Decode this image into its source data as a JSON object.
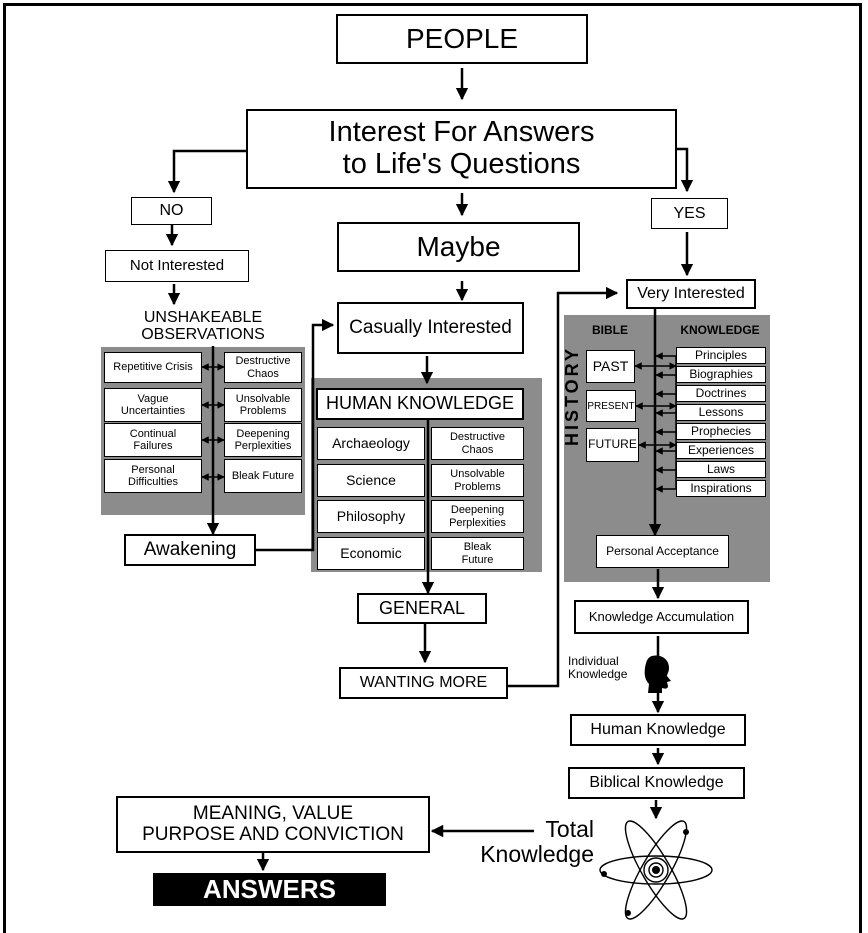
{
  "colors": {
    "panel": "#8c8c8c",
    "line": "#000000",
    "answers_bg": "#000000",
    "answers_fg": "#ffffff"
  },
  "top": {
    "people": "PEOPLE",
    "interest": "Interest For Answers\nto Life's Questions"
  },
  "no_branch": {
    "no": "NO",
    "not_interested": "Not Interested",
    "observations_title": "UNSHAKEABLE\nOBSERVATIONS",
    "observations": [
      "Repetitive Crisis",
      "Vague\nUncertainties",
      "Continual\nFailures",
      "Personal\nDifficulties"
    ],
    "consequences": [
      "Destructive\nChaos",
      "Unsolvable\nProblems",
      "Deepening\nPerplexities",
      "Bleak Future"
    ],
    "awakening": "Awakening"
  },
  "maybe_branch": {
    "maybe": "Maybe",
    "casually": "Casually Interested",
    "human_knowledge": "HUMAN KNOWLEDGE",
    "fields": [
      "Archaeology",
      "Science",
      "Philosophy",
      "Economic"
    ],
    "outcomes": [
      "Destructive\nChaos",
      "Unsolvable\nProblems",
      "Deepening\nPerplexities",
      "Bleak\nFuture"
    ],
    "general": "GENERAL",
    "wanting_more": "WANTING MORE"
  },
  "yes_branch": {
    "yes": "YES",
    "very_interested": "Very Interested",
    "bible_header": "BIBLE",
    "knowledge_header": "KNOWLEDGE",
    "history": "HISTORY",
    "times": [
      "PAST",
      "PRESENT",
      "FUTURE"
    ],
    "items": [
      "Principles",
      "Biographies",
      "Doctrines",
      "Lessons",
      "Prophecies",
      "Experiences",
      "Laws",
      "Inspirations"
    ],
    "personal_acceptance": "Personal Acceptance",
    "accumulation": "Knowledge Accumulation",
    "individual": "Individual\nKnowledge",
    "human": "Human Knowledge",
    "biblical": "Biblical Knowledge",
    "total": "Total\nKnowledge"
  },
  "result": {
    "meaning": "MEANING, VALUE\nPURPOSE AND CONVICTION",
    "answers": "ANSWERS"
  },
  "icons": [
    "head-silhouette-icon",
    "atom-icon"
  ]
}
